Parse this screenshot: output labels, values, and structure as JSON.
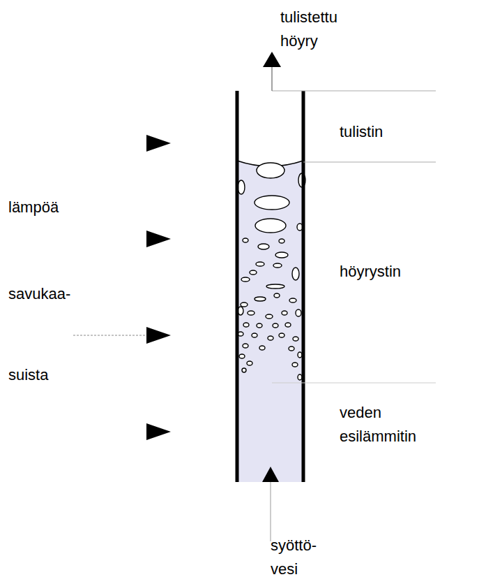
{
  "diagram": {
    "labels": [
      "tulistettu höyry",
      "tulistin",
      "lämpöä",
      "savukaa-",
      "suista",
      "höyrystin",
      "veden esilämmitin",
      "syöttö- vesi"
    ]
  }
}
